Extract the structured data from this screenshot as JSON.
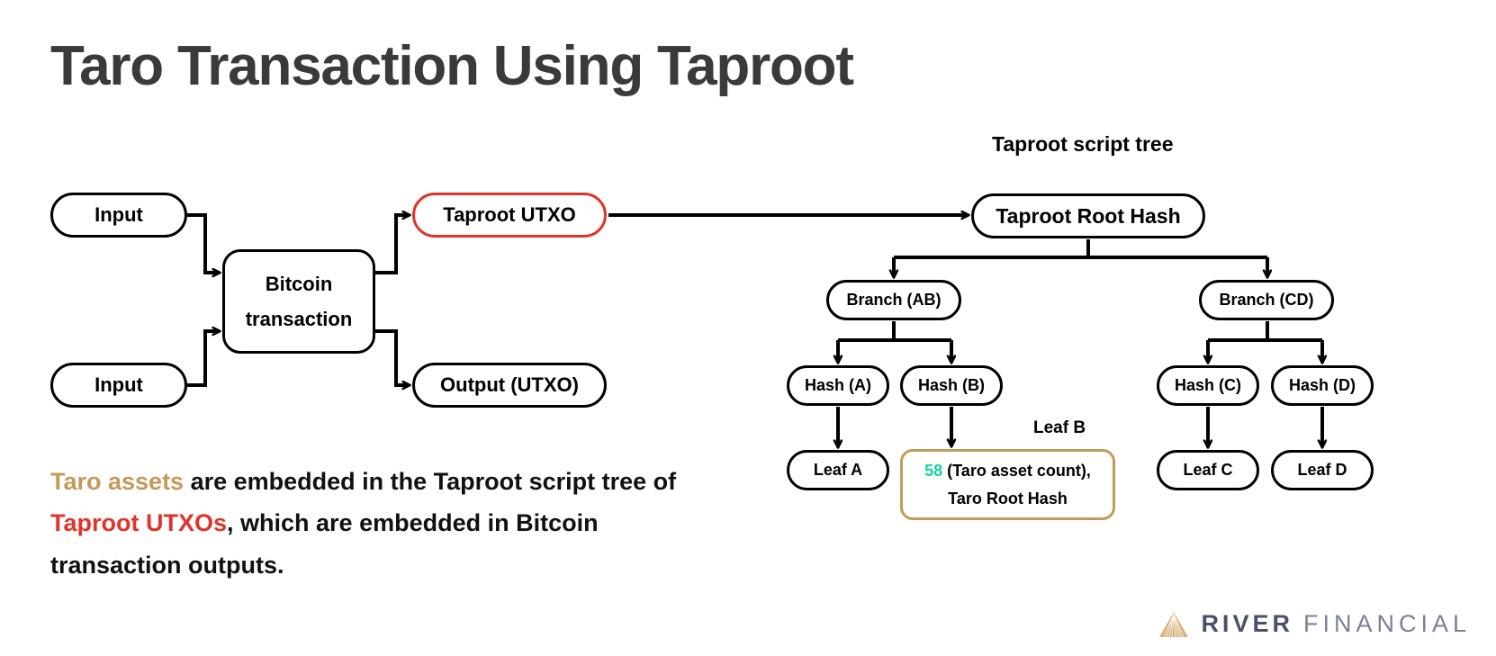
{
  "title": "Taro Transaction Using Taproot",
  "tree": {
    "label": "Taproot script tree",
    "root": "Taproot Root Hash",
    "branches": [
      {
        "name": "branch-ab",
        "label": "Branch (AB)"
      },
      {
        "name": "branch-cd",
        "label": "Branch (CD)"
      }
    ],
    "hashes": [
      {
        "name": "hash-a",
        "label": "Hash (A)"
      },
      {
        "name": "hash-b",
        "label": "Hash (B)"
      },
      {
        "name": "hash-c",
        "label": "Hash (C)"
      },
      {
        "name": "hash-d",
        "label": "Hash (D)"
      }
    ],
    "leaves": [
      {
        "name": "leaf-a",
        "label": "Leaf A"
      },
      {
        "name": "leaf-c",
        "label": "Leaf C"
      },
      {
        "name": "leaf-d",
        "label": "Leaf D"
      }
    ],
    "leaf_b": {
      "outside_label": "Leaf B",
      "count": "58",
      "count_suffix": " (Taro asset count),",
      "line2": "Taro Root Hash",
      "border_color": "#c49a5a",
      "count_color": "#12d69b"
    }
  },
  "transaction": {
    "input_1": "Input",
    "input_2": "Input",
    "bitcoin_tx_line1": "Bitcoin",
    "bitcoin_tx_line2": "transaction",
    "taproot_utxo": "Taproot UTXO",
    "taproot_utxo_color": "#e0332a",
    "output_utxo": "Output (UTXO)"
  },
  "caption": {
    "part_1": "Taro assets",
    "part_2": " are embedded in the Taproot script tree of ",
    "part_3": "Taproot UTXOs",
    "part_4": ", which are embedded in Bitcoin transaction outputs.",
    "gold_color": "#c49a5a",
    "red_color": "#e0332a"
  },
  "logo": {
    "brand": "RIVER",
    "suffix": "FINANCIAL",
    "mark_color": "#c49a5a",
    "brand_color": "#4a5068"
  }
}
